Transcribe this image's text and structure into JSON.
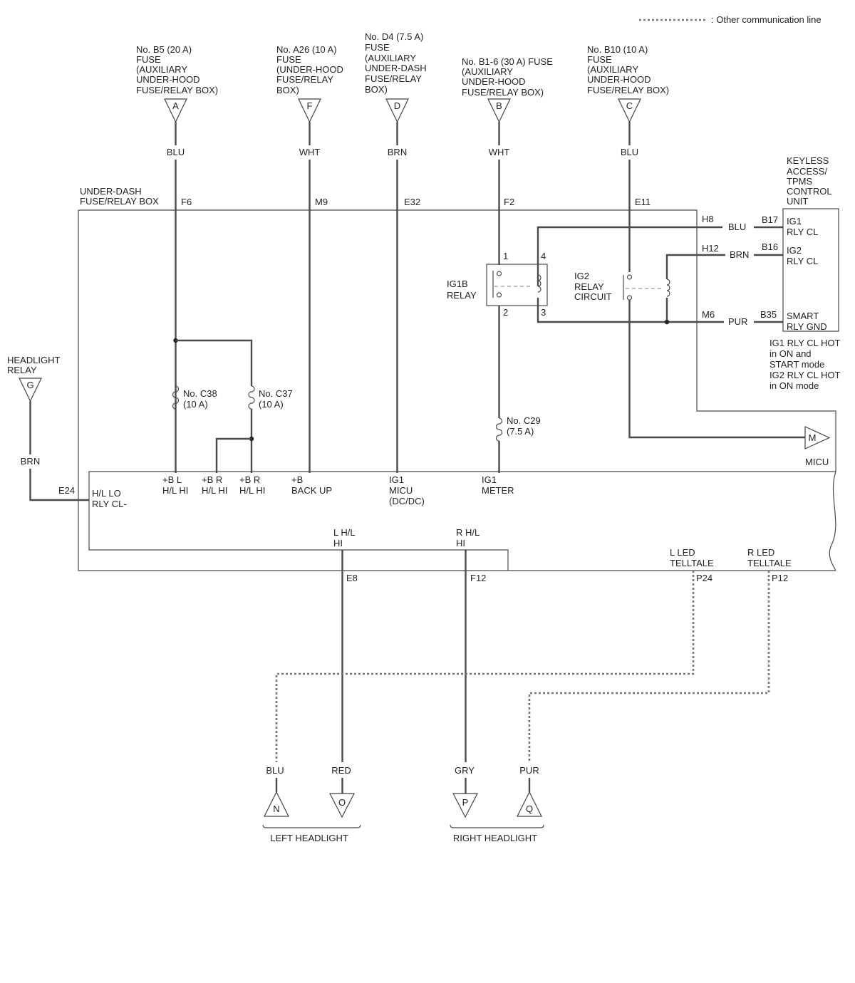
{
  "legend": {
    "text": ": Other communication line"
  },
  "fuses_top": [
    {
      "id": "A",
      "lines": [
        "No. B5 (20 A)",
        "FUSE",
        "(AUXILIARY",
        "UNDER-HOOD",
        "FUSE/RELAY BOX)"
      ],
      "wire": "BLU",
      "terminal": "F6"
    },
    {
      "id": "F",
      "lines": [
        "No. A26 (10 A)",
        "FUSE",
        "(UNDER-HOOD",
        "FUSE/RELAY",
        "BOX)"
      ],
      "wire": "WHT",
      "terminal": "M9"
    },
    {
      "id": "D",
      "lines": [
        "No. D4 (7.5 A)",
        "FUSE",
        "(AUXILIARY",
        "UNDER-DASH",
        "FUSE/RELAY",
        "BOX)"
      ],
      "wire": "BRN",
      "terminal": "E32"
    },
    {
      "id": "B",
      "lines": [
        "No. B1-6 (30 A) FUSE",
        "(AUXILIARY",
        "UNDER-HOOD",
        "FUSE/RELAY BOX)"
      ],
      "wire": "WHT",
      "terminal": "F2"
    },
    {
      "id": "C",
      "lines": [
        "No. B10 (10 A)",
        "FUSE",
        "(AUXILIARY",
        "UNDER-HOOD",
        "FUSE/RELAY BOX)"
      ],
      "wire": "BLU",
      "terminal": "E11"
    }
  ],
  "under_dash_box": {
    "lines": [
      "UNDER-DASH",
      "FUSE/RELAY BOX"
    ]
  },
  "keyless": {
    "title_lines": [
      "KEYLESS",
      "ACCESS/",
      "TPMS",
      "CONTROL",
      "UNIT"
    ],
    "pins": [
      {
        "term": "H8",
        "wire": "BLU",
        "pin": "B17",
        "label_lines": [
          "IG1",
          "RLY CL"
        ]
      },
      {
        "term": "H12",
        "wire": "BRN",
        "pin": "B16",
        "label_lines": [
          "IG2",
          "RLY CL"
        ]
      },
      {
        "term": "M6",
        "wire": "PUR",
        "pin": "B35",
        "label_lines": [
          "SMART",
          "RLY GND"
        ]
      }
    ],
    "note_lines": [
      "IG1 RLY CL HOT",
      "in ON and",
      "START mode",
      "IG2 RLY CL HOT",
      "in ON mode"
    ]
  },
  "ig1b_relay": {
    "lines": [
      "IG1B",
      "RELAY"
    ],
    "pins": [
      "1",
      "2",
      "3",
      "4"
    ]
  },
  "ig2_relay": {
    "lines": [
      "IG2",
      "RELAY",
      "CIRCUIT"
    ]
  },
  "inner_fuses": [
    {
      "lines": [
        "No. C38",
        "(10 A)"
      ]
    },
    {
      "lines": [
        "No. C37",
        "(10 A)"
      ]
    },
    {
      "lines": [
        "No. C29",
        "(7.5 A)"
      ]
    }
  ],
  "headlight_relay": {
    "lines": [
      "HEADLIGHT",
      "RELAY"
    ],
    "id": "G",
    "wire": "BRN",
    "terminal": "E24"
  },
  "micu": {
    "id": "M",
    "label": "MICU"
  },
  "micu_inputs": [
    {
      "lines": [
        "H/L LO",
        "RLY CL-"
      ]
    },
    {
      "lines": [
        "+B L",
        "H/L HI"
      ]
    },
    {
      "lines": [
        "+B R",
        "H/L HI"
      ]
    },
    {
      "lines": [
        "+B R",
        "H/L HI"
      ]
    },
    {
      "lines": [
        "+B",
        "BACK UP"
      ]
    },
    {
      "lines": [
        "IG1",
        "MICU",
        "(DC/DC)"
      ]
    },
    {
      "lines": [
        "IG1",
        "METER"
      ]
    }
  ],
  "micu_outputs": [
    {
      "lines": [
        "L H/L",
        "HI"
      ],
      "terminal": "E8"
    },
    {
      "lines": [
        "R H/L",
        "HI"
      ],
      "terminal": "F12"
    },
    {
      "lines": [
        "L LED",
        "TELLTALE"
      ],
      "terminal": "P24"
    },
    {
      "lines": [
        "R LED",
        "TELLTALE"
      ],
      "terminal": "P12"
    }
  ],
  "bottom_connectors": [
    {
      "id": "N",
      "wire": "BLU"
    },
    {
      "id": "O",
      "wire": "RED"
    },
    {
      "id": "P",
      "wire": "GRY"
    },
    {
      "id": "Q",
      "wire": "PUR"
    }
  ],
  "groups": {
    "left": "LEFT HEADLIGHT",
    "right": "RIGHT HEADLIGHT"
  }
}
